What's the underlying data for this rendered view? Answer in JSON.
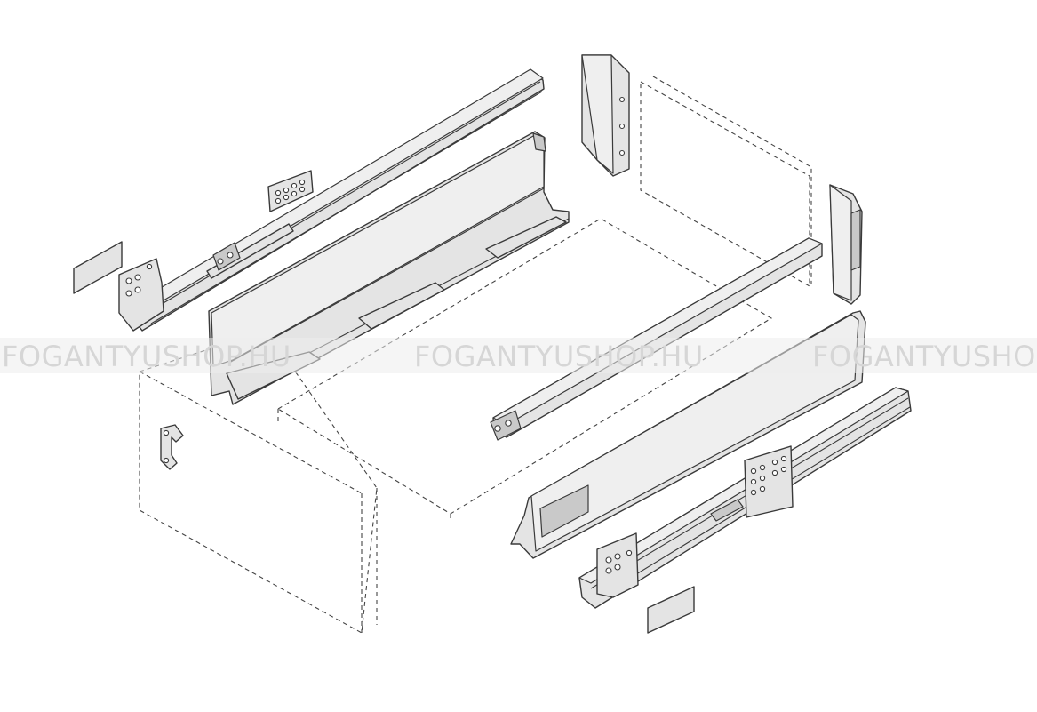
{
  "watermarks": [
    {
      "text": "FOGANTYUSHOP.HU"
    },
    {
      "text": "FOGANTYUSHOP.HU"
    },
    {
      "text": "FOGANTYUSHOP"
    }
  ],
  "colors": {
    "line": "#3a3a3a",
    "part_fill": "#e4e4e4",
    "watermark": "#d6d6d6",
    "background": "#ffffff"
  }
}
